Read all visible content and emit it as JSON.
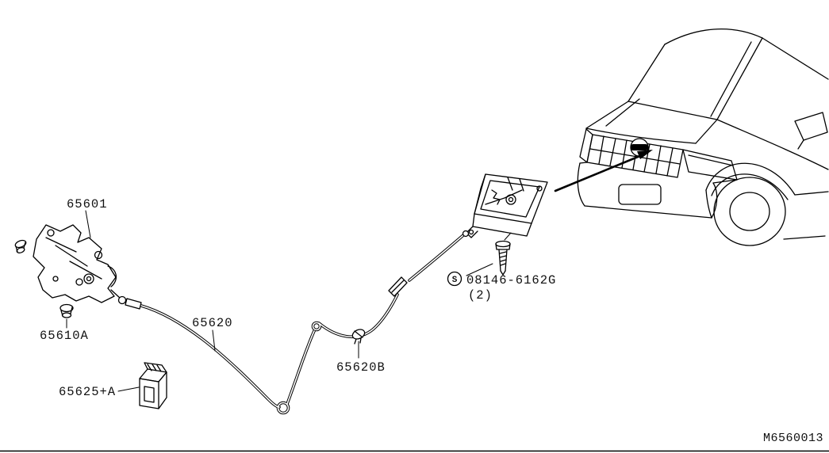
{
  "diagram": {
    "code": "M6560013",
    "background": "#ffffff",
    "line_color": "#000000"
  },
  "parts": {
    "hood_lock_assembly": {
      "label": "65601"
    },
    "grommet": {
      "label": "65610A"
    },
    "control_cable": {
      "label": "65620"
    },
    "cable_clip": {
      "label": "65620B"
    },
    "cable_clamp": {
      "label": "65625+A"
    },
    "bolt": {
      "symbol": "S",
      "label": "08146-6162G",
      "quantity": "(2)"
    }
  }
}
